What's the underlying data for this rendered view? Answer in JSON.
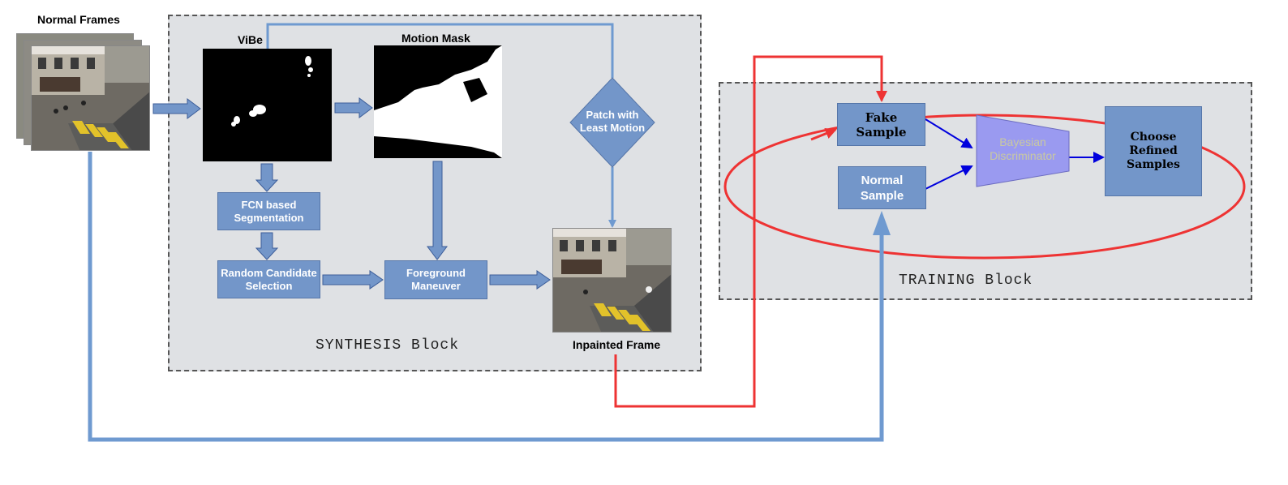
{
  "labels": {
    "normal_frames": "Normal Frames",
    "vibe": "ViBe",
    "motion_mask": "Motion Mask",
    "inpainted_frame": "Inpainted Frame"
  },
  "synthesis": {
    "title": "SYNTHESIS Block",
    "fcn": "FCN based\nSegmentation",
    "random_candidate": "Random Candidate\nSelection",
    "foreground": "Foreground\nManeuver",
    "patch": "Patch with\nLeast Motion"
  },
  "training": {
    "title": "TRAINING Block",
    "fake_sample": "Fake\nSample",
    "normal_sample": "Normal\nSample",
    "discriminator": "Bayesian\nDiscriminator",
    "choose": "Choose\nRefined Samples"
  },
  "colors": {
    "block_fill": "#dfe1e4",
    "box_fill": "#7396c9",
    "discriminator_fill": "#9a9af0",
    "discriminator_text": "#c9c9a0",
    "blue_line": "#6f9ad0",
    "red_line": "#ee3333",
    "dark_blue_arrow": "#0000dd"
  },
  "icons": {
    "normal_frames": "stacked-street-photo-icon",
    "vibe": "vibe-foreground-blobs-image",
    "motion_mask": "motion-mask-image",
    "inpainted": "street-photo-image"
  }
}
